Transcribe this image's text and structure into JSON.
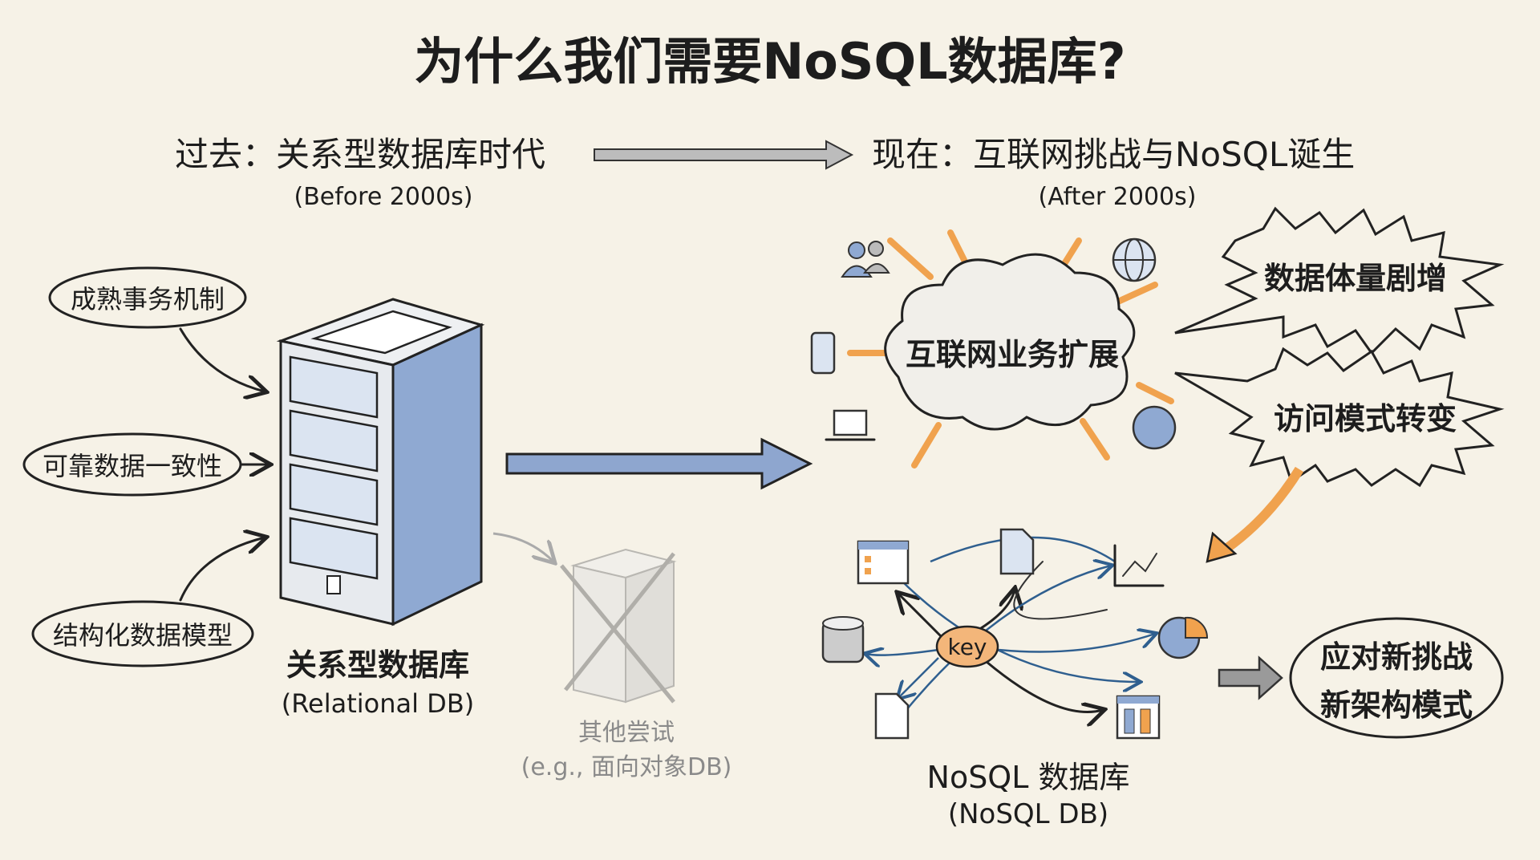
{
  "title": "为什么我们需要NoSQL数据库?",
  "past": {
    "heading": "过去：关系型数据库时代",
    "period": "(Before 2000s)"
  },
  "present": {
    "heading": "现在：互联网挑战与NoSQL诞生",
    "period": "(After 2000s)"
  },
  "rdb_features": [
    "成熟事务机制",
    "可靠数据一致性",
    "结构化数据模型"
  ],
  "rdb": {
    "label": "关系型数据库",
    "sublabel": "(Relational DB)"
  },
  "other": {
    "label": "其他尝试",
    "sublabel": "(e.g., 面向对象DB)"
  },
  "cloud": {
    "label": "互联网业务扩展"
  },
  "challenges": [
    "数据体量剧增",
    "访问模式转变"
  ],
  "nosql": {
    "key": "key",
    "label": "NoSQL 数据库",
    "sublabel": "(NoSQL DB)"
  },
  "result": {
    "line1": "应对新挑战",
    "line2": "新架构模式"
  },
  "colors": {
    "background": "#f6f2e7",
    "blue": "#6f93c6",
    "orange": "#f0a24e",
    "ink": "#1d1d1d"
  }
}
